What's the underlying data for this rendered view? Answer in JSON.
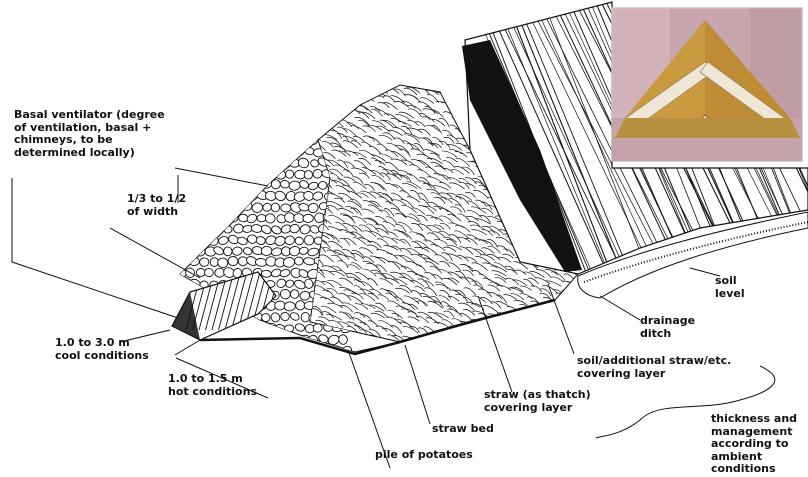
{
  "labels": {
    "basal_ventilator": "Basal ventilator (degree\nof ventilation, basal +\nchimneys, to be\ndetermined locally)",
    "width_fraction": "1/3 to 1/2\nof width",
    "cool_conditions": "1.0 to 3.0 m\ncool conditions",
    "hot_conditions": "1.0 to 1.5 m\nhot conditions",
    "straw_bed": "straw bed",
    "pile_of_potatoes": "pile of potatoes",
    "straw_thatch": "straw (as thatch)\ncovering layer",
    "soil_covering": "soil/additional straw/etc.\ncovering layer",
    "drainage_ditch": "drainage\nditch",
    "soil_level": "soil\nlevel",
    "thickness": "thickness and\nmanagement\naccording to\nambient\nconditions"
  },
  "colors": {
    "ink": "#111111",
    "photo_wall": "#c7a5ad",
    "photo_clamp": "#c99a3e",
    "photo_slat": "#efe6d6"
  }
}
